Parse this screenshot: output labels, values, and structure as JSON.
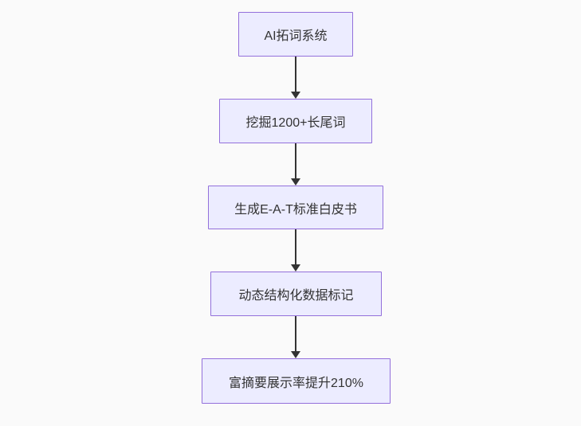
{
  "diagram": {
    "type": "flowchart",
    "direction": "top-down",
    "nodes": [
      {
        "id": "node-1",
        "label": "AI拓词系统"
      },
      {
        "id": "node-2",
        "label": "挖掘1200+长尾词"
      },
      {
        "id": "node-3",
        "label": "生成E-A-T标准白皮书"
      },
      {
        "id": "node-4",
        "label": "动态结构化数据标记"
      },
      {
        "id": "node-5",
        "label": "富摘要展示率提升210%"
      }
    ],
    "edges": [
      {
        "from": "AI拓词系统",
        "to": "挖掘1200+长尾词"
      },
      {
        "from": "挖掘1200+长尾词",
        "to": "生成E-A-T标准白皮书"
      },
      {
        "from": "生成E-A-T标准白皮书",
        "to": "动态结构化数据标记"
      },
      {
        "from": "动态结构化数据标记",
        "to": "富摘要展示率提升210%"
      }
    ],
    "colors": {
      "node_fill": "#ECECFF",
      "node_border": "#9370DB",
      "arrow": "#333333",
      "text": "#333333",
      "background": "#fafafa"
    }
  }
}
